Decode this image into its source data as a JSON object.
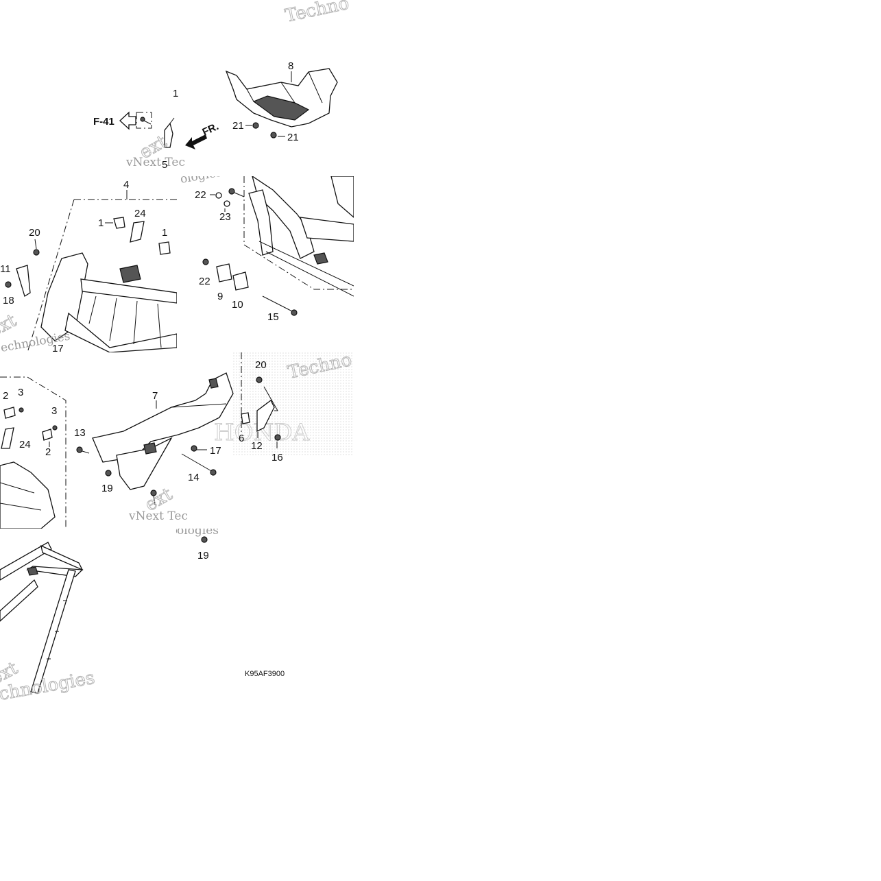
{
  "drawing_code": "K95AF3900",
  "reference": {
    "label": "F-41",
    "arrow_label": "FR."
  },
  "watermarks": [
    "vNext Tec",
    "ologies",
    "Techno",
    "vNext Tec",
    "ologies",
    "ext",
    "echnologies",
    "Techno",
    "chnologies"
  ],
  "callouts": {
    "t1": [
      "8",
      "21",
      "21",
      "1"
    ],
    "t2": [
      "4",
      "24",
      "1",
      "1",
      "20",
      "11",
      "18",
      "17"
    ],
    "t3": [
      "22",
      "23",
      "22",
      "9",
      "10",
      "15"
    ],
    "t4": [
      "2",
      "3",
      "3",
      "24",
      "2"
    ],
    "t5": [
      "7",
      "13",
      "17",
      "14",
      "19",
      "20",
      "6",
      "12",
      "16"
    ],
    "t6": [
      "19"
    ]
  }
}
